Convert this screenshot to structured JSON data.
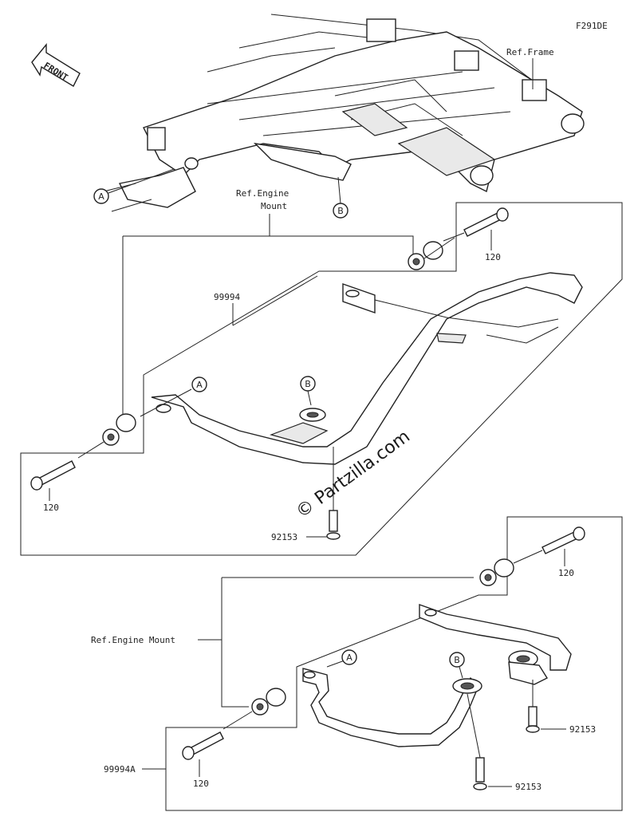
{
  "diagram_code": "F291DE",
  "front_label": "FRONT",
  "ref_frame": "Ref.Frame",
  "ref_engine_mount_upper_1": "Ref.Engine",
  "ref_engine_mount_upper_2": "Mount",
  "ref_engine_mount_lower": "Ref.Engine Mount",
  "callout_a": "A",
  "callout_b": "B",
  "parts": {
    "guard_upper": "99994",
    "guard_lower": "99994A",
    "bolt": "120",
    "screw": "92153"
  },
  "watermark": "© Partzilla.com"
}
